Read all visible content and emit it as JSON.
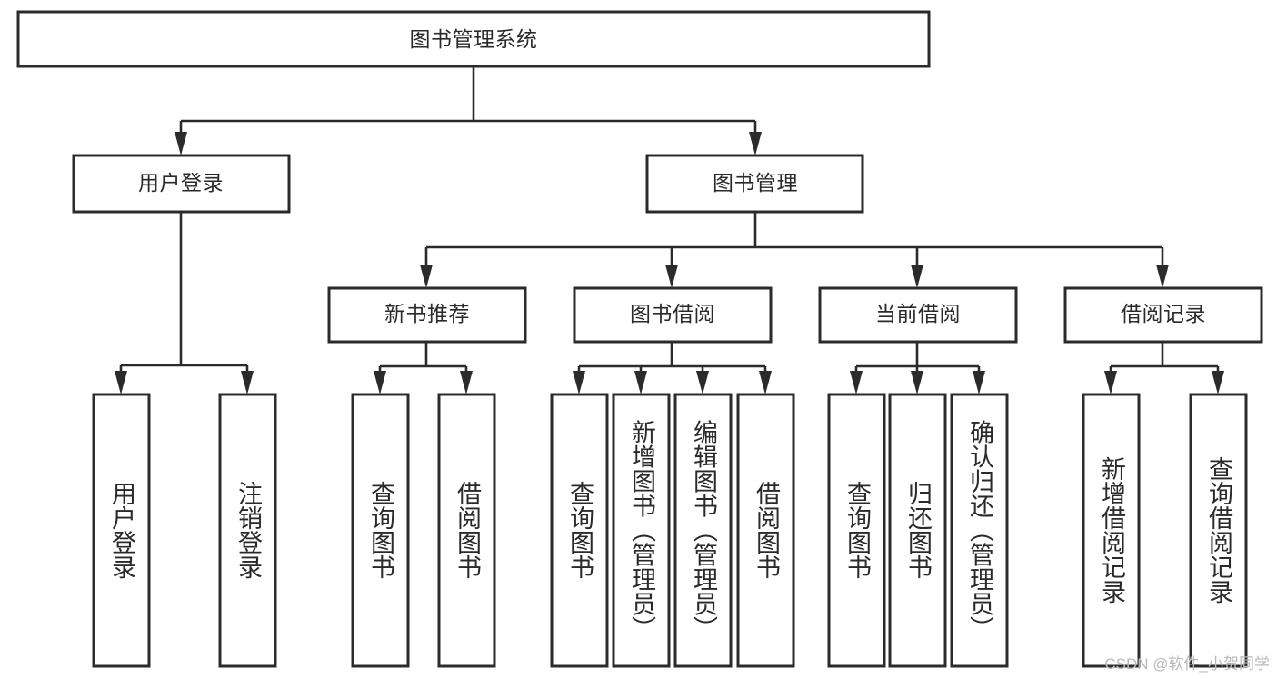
{
  "diagram": {
    "title": "图书管理系统",
    "type": "hierarchy-tree",
    "watermark": "CSDN @软件_小贺同学",
    "colors": {
      "stroke": "#2b2b2b",
      "text": "#2a2a2a",
      "background": "#ffffff",
      "watermark": "#b9b9b9"
    },
    "levels": {
      "level1": [
        {
          "id": "root",
          "label": "图书管理系统"
        }
      ],
      "level2": [
        {
          "id": "user-login",
          "label": "用户登录"
        },
        {
          "id": "book-management",
          "label": "图书管理"
        }
      ],
      "level3": [
        {
          "id": "new-book-recommend",
          "label": "新书推荐"
        },
        {
          "id": "book-borrow",
          "label": "图书借阅"
        },
        {
          "id": "current-borrow",
          "label": "当前借阅"
        },
        {
          "id": "borrow-record",
          "label": "借阅记录"
        }
      ],
      "level4": [
        {
          "id": "leaf-user-login",
          "label": "用户登录",
          "parent": "user-login"
        },
        {
          "id": "leaf-logout-login",
          "label": "注销登录",
          "parent": "user-login"
        },
        {
          "id": "leaf-query-book-1",
          "label": "查询图书",
          "parent": "new-book-recommend"
        },
        {
          "id": "leaf-borrow-book-1",
          "label": "借阅图书",
          "parent": "new-book-recommend"
        },
        {
          "id": "leaf-query-book-2",
          "label": "查询图书",
          "parent": "book-borrow"
        },
        {
          "id": "leaf-add-book",
          "label": "新增图书（管理员）",
          "parent": "book-borrow"
        },
        {
          "id": "leaf-edit-book",
          "label": "编辑图书（管理员）",
          "parent": "book-borrow"
        },
        {
          "id": "leaf-borrow-book-2",
          "label": "借阅图书",
          "parent": "book-borrow"
        },
        {
          "id": "leaf-query-book-3",
          "label": "查询图书",
          "parent": "current-borrow"
        },
        {
          "id": "leaf-return-book",
          "label": "归还图书",
          "parent": "current-borrow"
        },
        {
          "id": "leaf-confirm-return",
          "label": "确认归还（管理员）",
          "parent": "current-borrow"
        },
        {
          "id": "leaf-add-record",
          "label": "新增借阅记录",
          "parent": "borrow-record"
        },
        {
          "id": "leaf-query-record",
          "label": "查询借阅记录",
          "parent": "borrow-record"
        }
      ]
    }
  }
}
